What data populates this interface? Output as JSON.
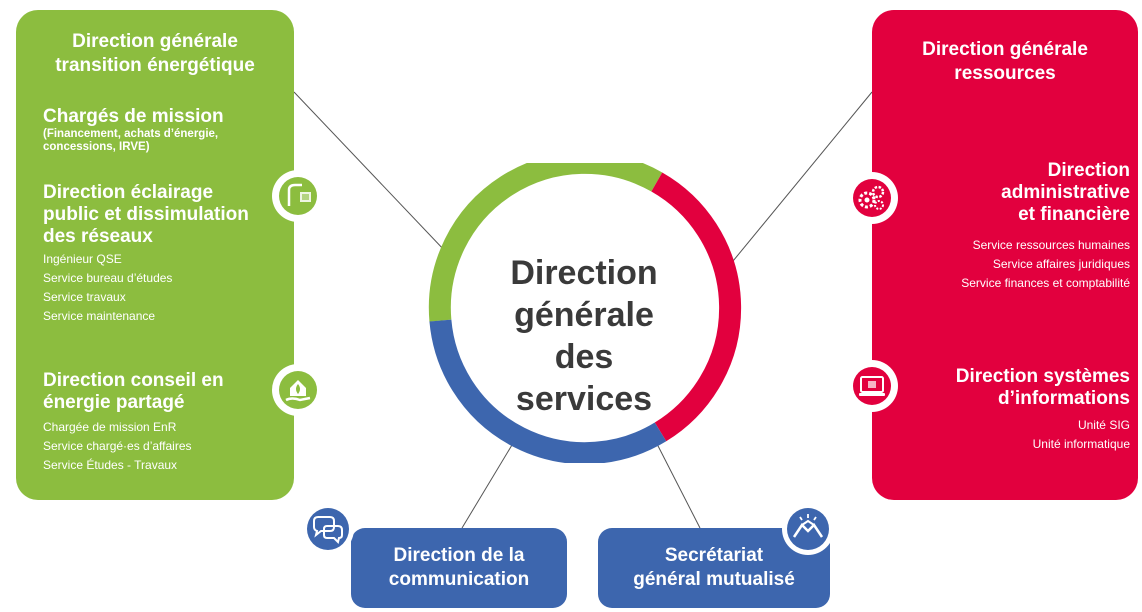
{
  "center": {
    "line1": "Direction",
    "line2": "générale",
    "line3": "des services"
  },
  "green_panel": {
    "title_line1": "Direction générale",
    "title_line2": "transition énergétique",
    "charges": {
      "title": "Chargés de mission",
      "detail_line1": "(Financement, achats d’énergie,",
      "detail_line2": "concessions, IRVE)"
    },
    "eclairage": {
      "title_line1": "Direction éclairage",
      "title_line2": "public et dissimulation",
      "title_line3": "des réseaux",
      "items": [
        "Ingénieur QSE",
        "Service bureau d’études",
        "Service travaux",
        "Service maintenance"
      ]
    },
    "conseil": {
      "title_line1": "Direction conseil en",
      "title_line2": "énergie partagé",
      "items": [
        "Chargée de mission EnR",
        "Service chargé·es d’affaires",
        "Service Études - Travaux"
      ]
    }
  },
  "red_panel": {
    "title_line1": "Direction générale",
    "title_line2": "ressources",
    "admin": {
      "title_line1": "Direction",
      "title_line2": "administrative",
      "title_line3": "et financière",
      "items": [
        "Service ressources humaines",
        "Service affaires juridiques",
        "Service finances et comptabilité"
      ]
    },
    "si": {
      "title_line1": "Direction systèmes",
      "title_line2": "d’informations",
      "items": [
        "Unité SIG",
        "Unité informatique"
      ]
    }
  },
  "communication": {
    "line1": "Direction de la",
    "line2": "communication"
  },
  "secretariat": {
    "line1": "Secrétariat",
    "line2": "général mutualisé"
  },
  "colors": {
    "green": "#8cbd3f",
    "red": "#e2003e",
    "blue": "#3d66ae",
    "center_text": "#3a3a3a"
  },
  "icons": {
    "eclairage": "street-light-icon",
    "conseil": "hand-leaf-house-icon",
    "admin": "gears-icon",
    "si": "monitor-icon",
    "communication": "chat-bubbles-icon",
    "secretariat": "handshake-icon"
  }
}
